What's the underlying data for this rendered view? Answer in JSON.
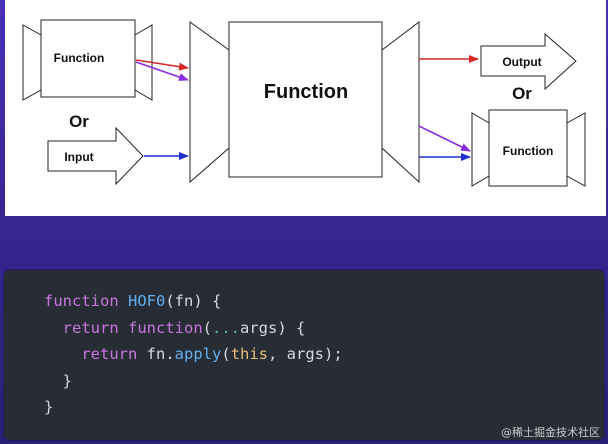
{
  "diagram": {
    "left_function_label": "Function",
    "left_or_label": "Or",
    "input_label": "Input",
    "center_function_label": "Function",
    "output_label": "Output",
    "right_or_label": "Or",
    "right_function_label": "Function",
    "colors": {
      "red_arrow": "#d62828",
      "purple_arrow": "#8a2be2",
      "blue_arrow": "#1f2fd0"
    }
  },
  "code": {
    "lines": [
      [
        {
          "t": "function ",
          "c": "kw"
        },
        {
          "t": "HOF0",
          "c": "fn"
        },
        {
          "t": "(fn) {",
          "c": "pl"
        }
      ],
      [
        {
          "t": "  return ",
          "c": "kw"
        },
        {
          "t": "function",
          "c": "kw"
        },
        {
          "t": "(",
          "c": "pl"
        },
        {
          "t": "...",
          "c": "op"
        },
        {
          "t": "args) {",
          "c": "pl"
        }
      ],
      [
        {
          "t": "    return ",
          "c": "kw"
        },
        {
          "t": "fn",
          "c": "pl"
        },
        {
          "t": ".",
          "c": "pl"
        },
        {
          "t": "apply",
          "c": "fn"
        },
        {
          "t": "(",
          "c": "pl"
        },
        {
          "t": "this",
          "c": "nm"
        },
        {
          "t": ", args);",
          "c": "pl"
        }
      ],
      [
        {
          "t": "  }",
          "c": "pl"
        }
      ],
      [
        {
          "t": "}",
          "c": "pl"
        }
      ]
    ]
  },
  "watermark": "@稀土掘金技术社区"
}
